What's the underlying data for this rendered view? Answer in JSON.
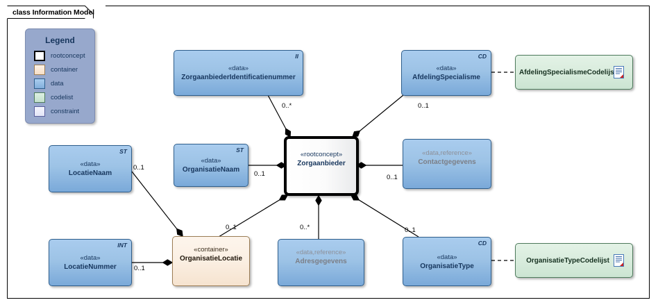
{
  "diagram": {
    "title": "class Information Model",
    "frame_color": "#000000"
  },
  "legend": {
    "title": "Legend",
    "panel_color": "#97a8cc",
    "items": [
      {
        "label": "rootconcept",
        "color": "#ffffff",
        "border": "#000000"
      },
      {
        "label": "container",
        "color": "#fae5cf",
        "border": "#9c7d55"
      },
      {
        "label": "data",
        "color": "#9dc3e6",
        "border": "#2e5e8c"
      },
      {
        "label": "codelist",
        "color": "#cbe4d2",
        "border": "#4e7a5c"
      },
      {
        "label": "constraint",
        "color": "#eceefb",
        "border": "#5a5f9c"
      }
    ]
  },
  "nodes": {
    "zorgaanbieder_identificatienummer": {
      "stereotype": "«data»",
      "name": "ZorgaanbiederIdentificatienummer",
      "tag": "II",
      "kind": "data"
    },
    "afdeling_specialisme": {
      "stereotype": "«data»",
      "name": "AfdelingSpecialisme",
      "tag": "CD",
      "kind": "data"
    },
    "afdeling_specialisme_codelijst": {
      "stereotype": "",
      "name": "AfdelingSpecialismeCodelijst",
      "tag": "",
      "kind": "codelist"
    },
    "locatie_naam": {
      "stereotype": "«data»",
      "name": "LocatieNaam",
      "tag": "ST",
      "kind": "data"
    },
    "organisatie_naam": {
      "stereotype": "«data»",
      "name": "OrganisatieNaam",
      "tag": "ST",
      "kind": "data"
    },
    "zorgaanbieder": {
      "stereotype": "«rootconcept»",
      "name": "Zorgaanbieder",
      "tag": "",
      "kind": "rootconcept"
    },
    "contactgegevens": {
      "stereotype": "«data,reference»",
      "name": "Contactgegevens",
      "tag": "",
      "kind": "reference"
    },
    "locatie_nummer": {
      "stereotype": "«data»",
      "name": "LocatieNummer",
      "tag": "INT",
      "kind": "data"
    },
    "organisatie_locatie": {
      "stereotype": "«container»",
      "name": "OrganisatieLocatie",
      "tag": "",
      "kind": "container"
    },
    "adresgegevens": {
      "stereotype": "«data,reference»",
      "name": "Adresgegevens",
      "tag": "",
      "kind": "reference"
    },
    "organisatie_type": {
      "stereotype": "«data»",
      "name": "OrganisatieType",
      "tag": "CD",
      "kind": "data"
    },
    "organisatie_type_codelijst": {
      "stereotype": "",
      "name": "OrganisatieTypeCodelijst",
      "tag": "",
      "kind": "codelist"
    }
  },
  "multiplicities": {
    "identificatienummer": "0..*",
    "afdeling_specialisme": "0..1",
    "locatie_naam": "0..1",
    "organisatie_naam": "0..1",
    "contactgegevens": "0..1",
    "locatie_nummer": "0..1",
    "organisatie_locatie": "0..1",
    "adresgegevens": "0..*",
    "organisatie_type": "0..1"
  }
}
